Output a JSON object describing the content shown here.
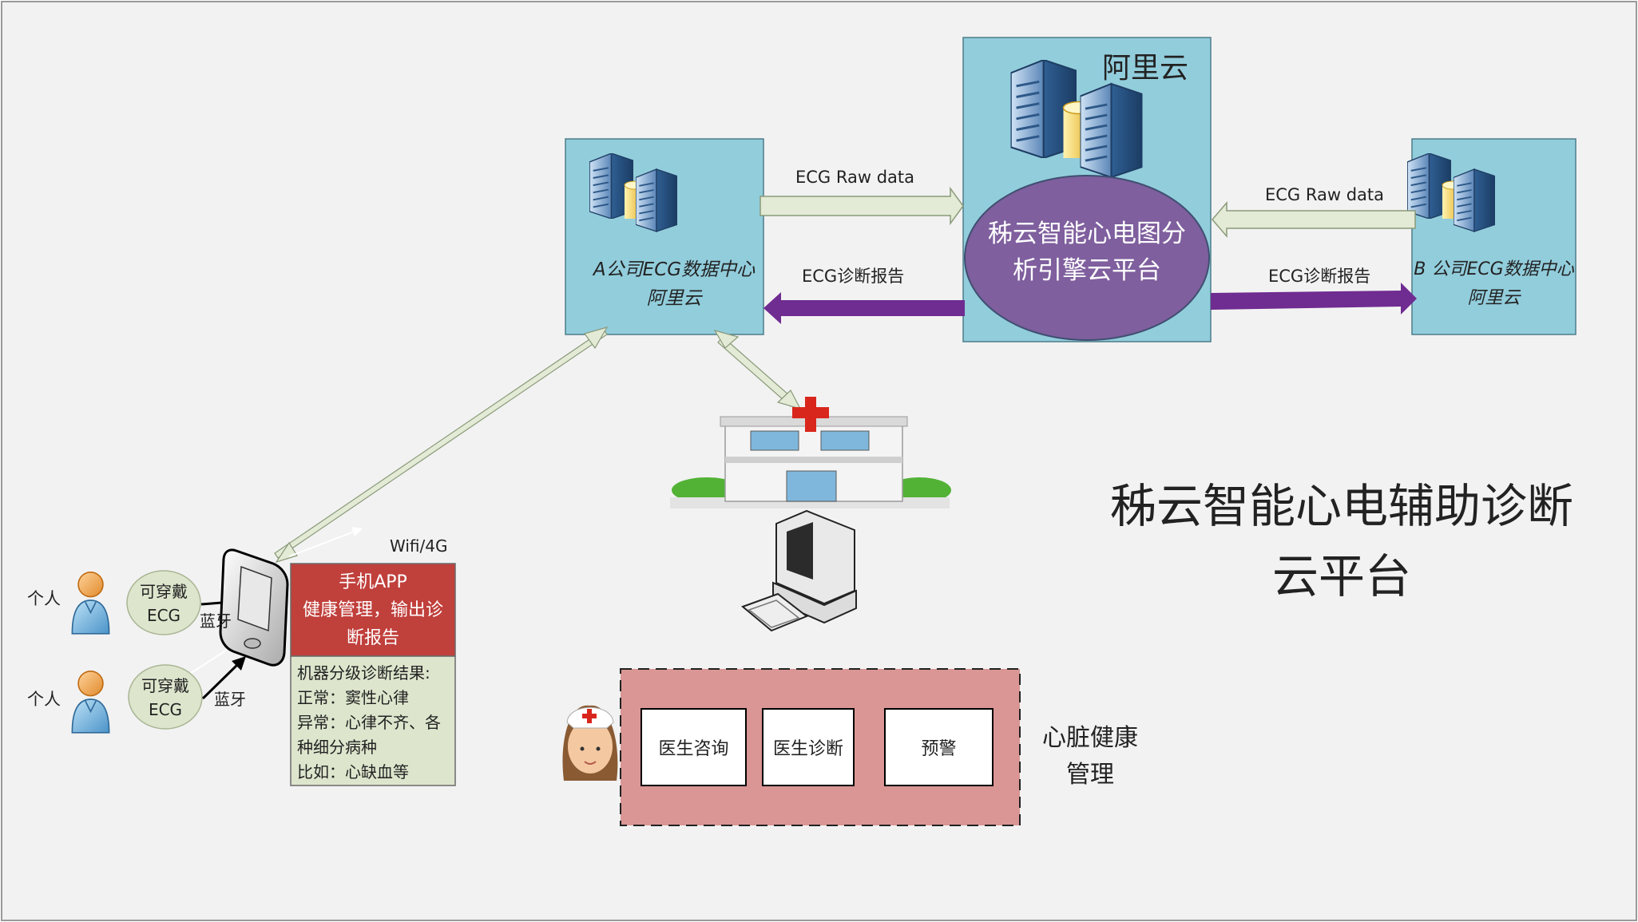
{
  "cloud_top": {
    "title": "阿里云",
    "engine_line1": "秭云智能心电图分",
    "engine_line2": "析引擎云平台"
  },
  "center_a": {
    "line1": "A公司ECG数据中心",
    "line2": "阿里云"
  },
  "center_b": {
    "line1": "B 公司ECG数据中心",
    "line2": "阿里云"
  },
  "links": {
    "raw_to_cloud": "ECG Raw data",
    "raw_from_b": "ECG Raw data",
    "report_to_a": "ECG诊断报告",
    "report_to_b": "ECG诊断报告",
    "wifi": "Wifi/4G",
    "bluetooth_1": "蓝牙",
    "bluetooth_2": "蓝牙"
  },
  "persons": [
    {
      "label": "个人",
      "device_line1": "可穿戴",
      "device_line2": "ECG"
    },
    {
      "label": "个人",
      "device_line1": "可穿戴",
      "device_line2": "ECG"
    }
  ],
  "app": {
    "title": "手机APP",
    "desc_line1": "健康管理，输出诊",
    "desc_line2": "断报告",
    "results": [
      "机器分级诊断结果:",
      "正常：窦性心律",
      "异常：心律不齐、各",
      "种细分病种",
      "比如：心缺血等"
    ]
  },
  "platform_title": {
    "line1": "秭云智能心电辅助诊断",
    "line2": "云平台"
  },
  "services": {
    "consult": "医生咨询",
    "diagnose": "医生诊断",
    "alert": "预警"
  },
  "heart_health": {
    "line1": "心脏健康",
    "line2": "管理"
  },
  "icons": [
    "server-icon",
    "hospital-icon",
    "computer-icon",
    "nurse-icon",
    "person-icon",
    "phone-icon"
  ],
  "colors": {
    "datacenter_box": "#92cddc",
    "engine_ellipse": "#7f5f9e",
    "report_arrow": "#6f2c91",
    "raw_arrow": "#e3ead5",
    "app_header": "#c0403c",
    "app_body": "#dde6cd",
    "service_panel": "#d99694",
    "device_ellipse": "#dde6cd"
  }
}
